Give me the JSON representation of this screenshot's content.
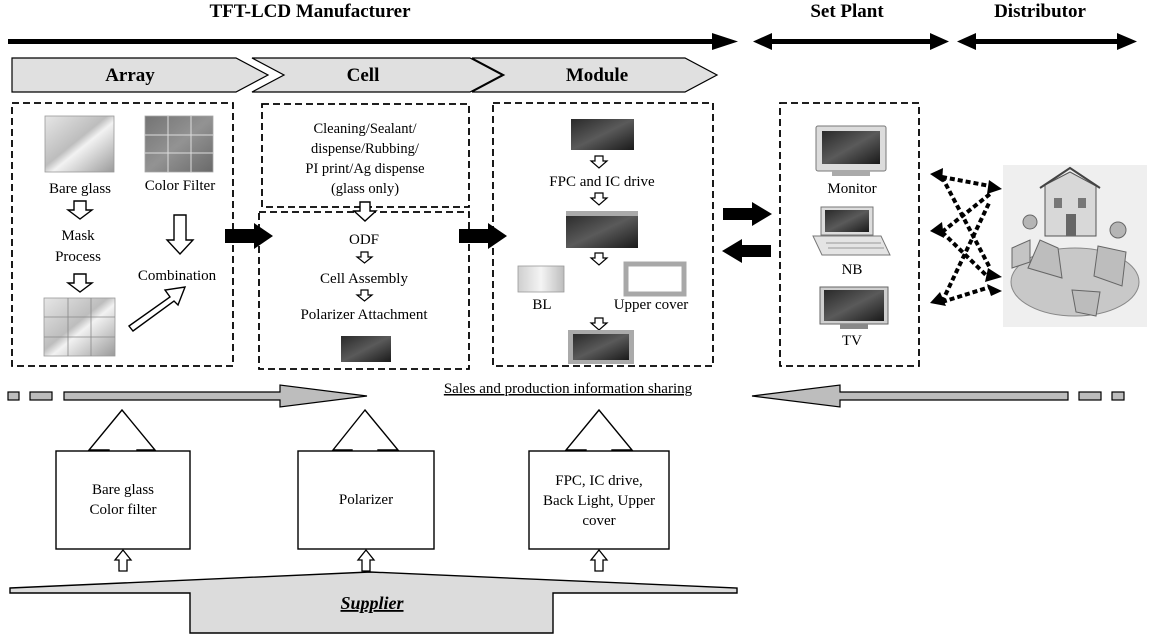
{
  "headers": {
    "manufacturer": "TFT-LCD Manufacturer",
    "set_plant": "Set Plant",
    "distributor": "Distributor"
  },
  "stages": {
    "array": "Array",
    "cell": "Cell",
    "module": "Module"
  },
  "array_box": {
    "bare_glass": "Bare glass",
    "color_filter": "Color Filter",
    "mask": "Mask",
    "process": "Process",
    "combination": "Combination"
  },
  "cell_box": {
    "preprocess": [
      "Cleaning/Sealant/",
      "dispense/Rubbing/",
      "PI print/Ag dispense",
      "(glass only)"
    ],
    "odf": "ODF",
    "cell_assembly": "Cell Assembly",
    "polarizer_attachment": "Polarizer Attachment"
  },
  "module_box": {
    "fpc_ic": "FPC and IC drive",
    "bl": "BL",
    "upper_cover": "Upper cover"
  },
  "set_plant_box": {
    "monitor": "Monitor",
    "nb": "NB",
    "tv": "TV"
  },
  "info_sharing": "Sales and production information sharing",
  "suppliers": {
    "s1": [
      "Bare glass",
      "Color filter"
    ],
    "s2": [
      "Polarizer"
    ],
    "s3": [
      "FPC, IC drive,",
      "Back Light, Upper",
      "cover"
    ],
    "base": "Supplier"
  }
}
